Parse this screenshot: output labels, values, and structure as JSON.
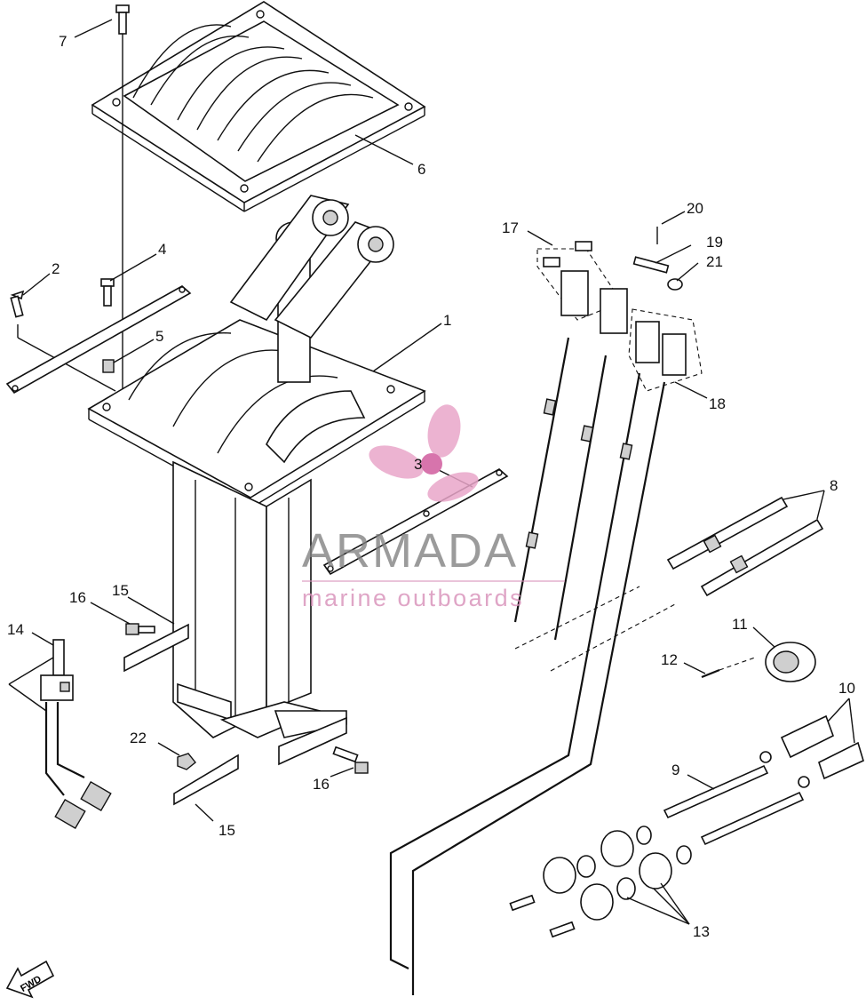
{
  "callouts": {
    "c1": "1",
    "c2": "2",
    "c3": "3",
    "c4": "4",
    "c5": "5",
    "c6": "6",
    "c7": "7",
    "c8": "8",
    "c9": "9",
    "c10": "10",
    "c11": "11",
    "c12": "12",
    "c13": "13",
    "c14": "14",
    "c15a": "15",
    "c15b": "15",
    "c16a": "16",
    "c16b": "16",
    "c17": "17",
    "c18": "18",
    "c19": "19",
    "c20": "20",
    "c21": "21",
    "c22": "22"
  },
  "watermark": {
    "brand": "ARMADA",
    "tagline": "marine outboards",
    "logo_color": "#e9a6c9"
  },
  "direction_marker": "FWD"
}
